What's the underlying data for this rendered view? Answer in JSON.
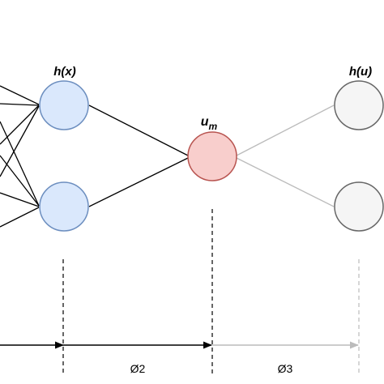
{
  "colors": {
    "blue_fill": "#dae8fc",
    "blue_stroke": "#6c8ebf",
    "red_fill": "#f8cecc",
    "red_stroke": "#b85450",
    "gray_fill": "#f5f5f5",
    "gray_stroke": "#666666",
    "dark_line": "#000000",
    "light_line": "#bbbbbb"
  },
  "labels": {
    "h_x": "h(x)",
    "u_main": "u",
    "u_sub": "m",
    "h_u": "h(u)",
    "phase2": "Ø2",
    "phase3": "Ø3"
  }
}
